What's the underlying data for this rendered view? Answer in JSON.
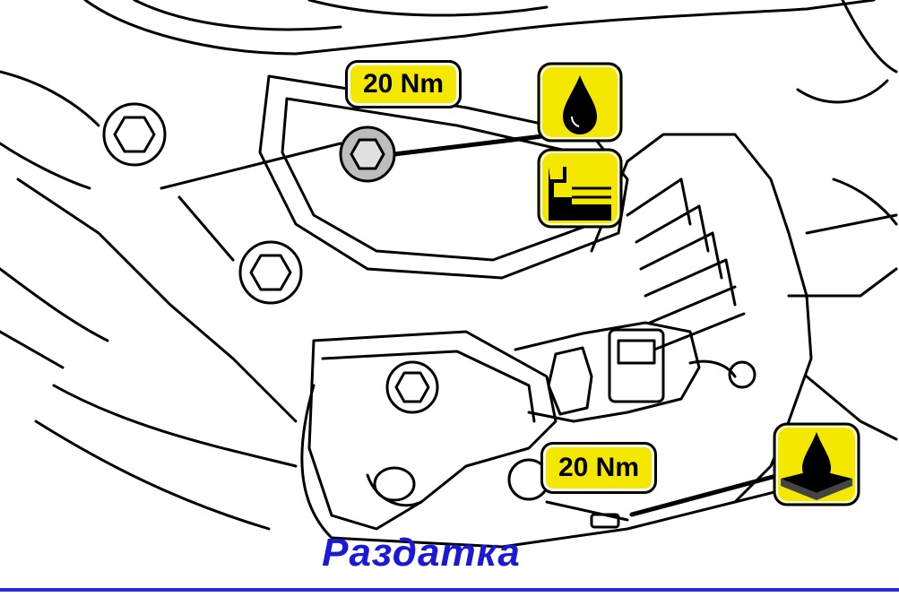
{
  "callouts": {
    "upper_torque": "20 Nm",
    "lower_torque": "20 Nm"
  },
  "icons": {
    "fill_plug": [
      "oil-drop-icon",
      "fill-level-icon"
    ],
    "drain_plug": [
      "drain-oil-icon"
    ]
  },
  "caption": "Раздатка",
  "colors": {
    "badge_yellow": "#f5e800",
    "caption_blue": "#1a1ad6",
    "frame_blue": "#2b2bd9",
    "outline": "#000000"
  }
}
